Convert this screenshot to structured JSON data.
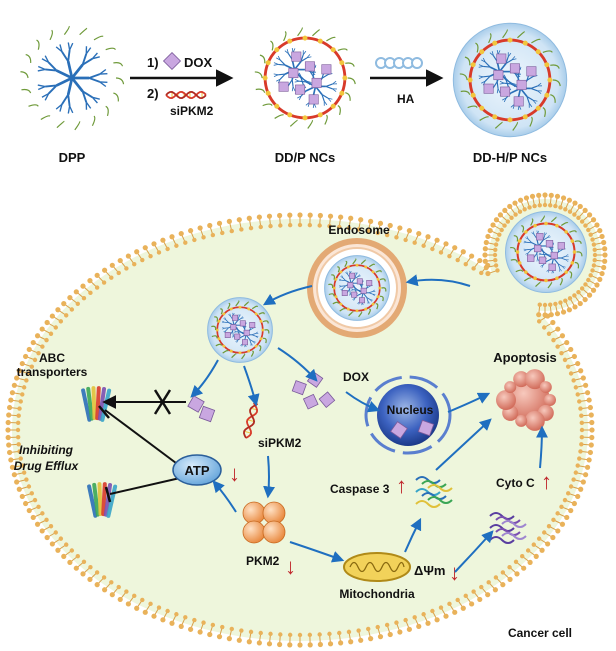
{
  "top": {
    "step1_num": "1)",
    "step1_label": "DOX",
    "step2_num": "2)",
    "step2_label": "siPKM2",
    "step3_label": "HA",
    "dpp_label": "DPP",
    "ddp_label": "DD/P NCs",
    "ddhp_label": "DD-H/P NCs"
  },
  "cell": {
    "endosome": "Endosome",
    "abc_line1": "ABC",
    "abc_line2": "transporters",
    "inhibit_line1": "Inhibiting",
    "inhibit_line2": "Drug Efflux",
    "dox": "DOX",
    "sipkm2": "siPKM2",
    "nucleus": "Nucleus",
    "apoptosis": "Apoptosis",
    "atp": "ATP",
    "caspase": "Caspase 3",
    "cytoc": "Cyto C",
    "pkm2": "PKM2",
    "dpsi": "ΔΨm",
    "mito": "Mitochondria",
    "cancer": "Cancer cell"
  },
  "colors": {
    "membrane": "#d9a04a",
    "cytoplasm": "#eef6dc",
    "arrow_blue": "#1f6fc0",
    "down_red": "#c0282d",
    "dox_purple": "#c9a7e0",
    "sirna_red": "#d83a2a",
    "dendrimer_blue": "#2a6fb8",
    "ha_shell": "#bcd8ef",
    "pkm2_orange": "#f0a060",
    "apoptosis_red": "#e07a6a"
  }
}
